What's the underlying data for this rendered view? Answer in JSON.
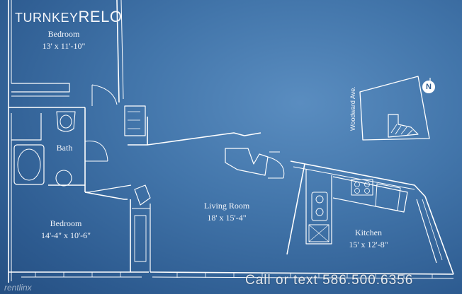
{
  "brand": {
    "prefix": "TURNKEY",
    "suffix": "RELO"
  },
  "rooms": [
    {
      "name": "Bedroom",
      "dimensions": "13' x 11'-10\""
    },
    {
      "name": "Bath",
      "dimensions": ""
    },
    {
      "name": "Bedroom",
      "dimensions": "14'-4\" x 10'-6\""
    },
    {
      "name": "Living Room",
      "dimensions": "18' x 15'-4\""
    },
    {
      "name": "Kitchen",
      "dimensions": "15' x 12'-8\""
    }
  ],
  "site": {
    "street": "Woodward Ave.",
    "north": "N"
  },
  "contact": {
    "text": "Call or text 586.500.6356"
  },
  "watermark": {
    "text": "rentlinx"
  },
  "colors": {
    "background": "#3f72a8",
    "lines": "#ffffff",
    "accent": "#2d5b90"
  }
}
